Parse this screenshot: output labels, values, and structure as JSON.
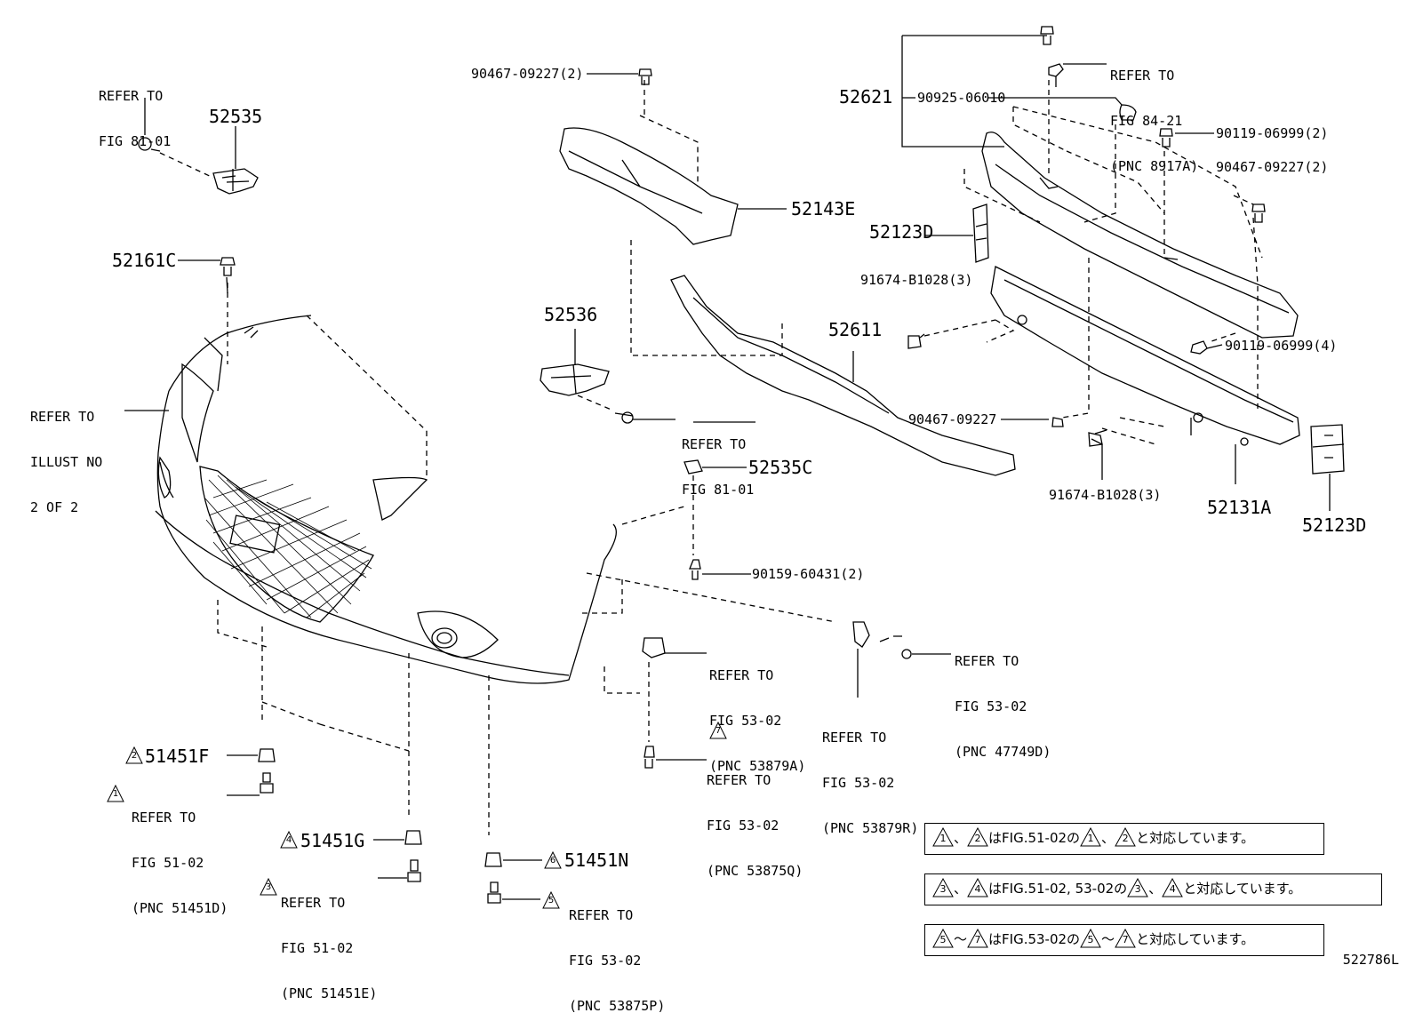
{
  "callouts": {
    "refer_fig81_top": [
      "REFER TO",
      "FIG 81-01"
    ],
    "p52535": "52535",
    "p52161c": "52161C",
    "refer_illust": [
      "REFER TO",
      "ILLUST NO",
      "2 OF 2"
    ],
    "p90467_09227_2_left": "90467-09227(2)",
    "p52143e": "52143E",
    "p52536": "52536",
    "refer_fig81_mid": [
      "REFER TO",
      "FIG 81-01"
    ],
    "p52535c": "52535C",
    "p90159_60431": "90159-60431(2)",
    "p52611": "52611",
    "p52621": "52621",
    "p90925_06010": "90925-06010",
    "refer_fig84": [
      "REFER TO",
      "FIG 84-21",
      "(PNC 8917A)"
    ],
    "p90119_06999_2": "90119-06999(2)",
    "p90467_09227_2_right": "90467-09227(2)",
    "p52123d_top": "52123D",
    "p91674_b1028_top": "91674-B1028(3)",
    "p90119_06999_4": "90119-06999(4)",
    "p90467_09227": "90467-09227",
    "p91674_b1028_bottom": "91674-B1028(3)",
    "p52131a": "52131A",
    "p52123d_bottom": "52123D",
    "refer_53879a": [
      "REFER TO",
      "FIG 53-02",
      "(PNC 53879A)"
    ],
    "refer_53879r": [
      "REFER TO",
      "FIG 53-02",
      "(PNC 53879R)"
    ],
    "refer_47749d": [
      "REFER TO",
      "FIG 53-02",
      "(PNC 47749D)"
    ],
    "refer_53875q": [
      "REFER TO",
      "FIG 53-02",
      "(PNC 53875Q)"
    ],
    "p51451f": "51451F",
    "refer_51451d": [
      "REFER TO",
      "FIG 51-02",
      "(PNC 51451D)"
    ],
    "p51451g": "51451G",
    "refer_51451e": [
      "REFER TO",
      "FIG 51-02",
      "(PNC 51451E)"
    ],
    "p51451n": "51451N",
    "refer_53875p": [
      "REFER TO",
      "FIG 53-02",
      "(PNC 53875P)"
    ]
  },
  "triangles": {
    "t1": "1",
    "t2": "2",
    "t3": "3",
    "t4": "4",
    "t5": "5",
    "t6": "6",
    "t7": "7"
  },
  "notes": [
    {
      "a": "1",
      "sep": "、",
      "b": "2",
      "mid": "はFIG.51-02の",
      "c": "1",
      "sep2": "、",
      "d": "2",
      "end": "と対応しています。"
    },
    {
      "a": "3",
      "sep": "、",
      "b": "4",
      "mid": "はFIG.51-02, 53-02の",
      "c": "3",
      "sep2": "、",
      "d": "4",
      "end": "と対応しています。"
    },
    {
      "a": "5",
      "sep": "～",
      "b": "7",
      "mid": "はFIG.53-02の",
      "c": "5",
      "sep2": "～",
      "d": "7",
      "end": "と対応しています。"
    }
  ],
  "footer_code": "522786L"
}
